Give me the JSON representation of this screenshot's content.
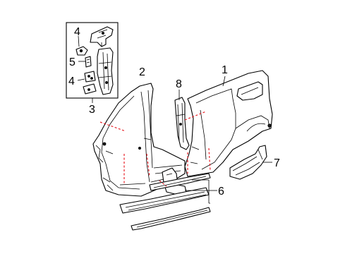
{
  "callouts": {
    "c1": "1",
    "c2": "2",
    "c3": "3",
    "c4a": "4",
    "c4b": "4",
    "c5": "5",
    "c6": "6",
    "c7": "7",
    "c8": "8"
  }
}
